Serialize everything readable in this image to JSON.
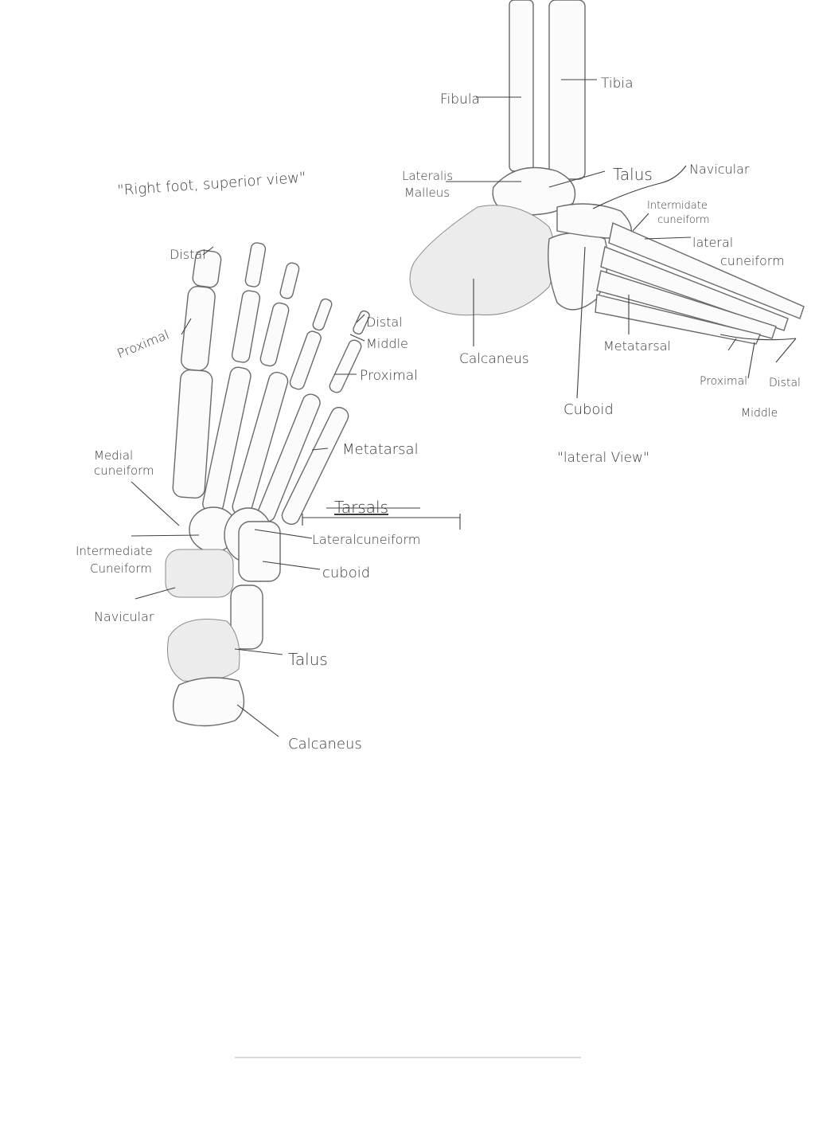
{
  "superior_view": {
    "title": "\"Right foot, superior view\"",
    "labels": {
      "distal_toe1": "Distal",
      "proximal_toe1": "Proximal",
      "distal": "Distal",
      "middle": "Middle",
      "proximal": "Proximal",
      "metatarsal": "Metatarsal",
      "medial_cuneiform_1": "Medial",
      "medial_cuneiform_2": "cuneiform",
      "tarsals": "Tarsals",
      "lateral_cuneiform": "Lateralcuneiform",
      "intermediate_cuneiform_1": "Intermediate",
      "intermediate_cuneiform_2": "Cuneiform",
      "cuboid": "cuboid",
      "navicular": "Navicular",
      "talus": "Talus",
      "calcaneus": "Calcaneus"
    }
  },
  "lateral_view": {
    "title": "\"lateral View\"",
    "labels": {
      "fibula": "Fibula",
      "tibia": "Tibia",
      "lateralis_malleus_1": "Lateralis",
      "lateralis_malleus_2": "Malleus",
      "talus": "Talus",
      "navicular": "Navicular",
      "intermediate_cuneiform_1": "Intermidate",
      "intermediate_cuneiform_2": "cuneiform",
      "lateral_cuneiform_1": "lateral",
      "lateral_cuneiform_2": "cuneiform",
      "calcaneus": "Calcaneus",
      "metatarsal": "Metatarsal",
      "proximal": "Proximal",
      "distal": "Distal",
      "middle": "Middle",
      "cuboid": "Cuboid"
    }
  }
}
